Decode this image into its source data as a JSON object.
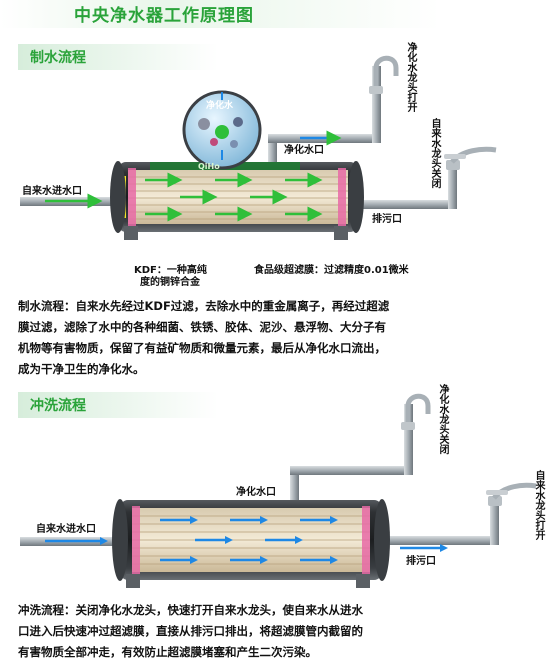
{
  "title": "中央净水器工作原理图",
  "section1": {
    "heading": "制水流程",
    "labels": {
      "tap_open": "净化水龙头打开",
      "tap_water_closed": "自来水龙头关闭",
      "purified_outlet": "净化水口",
      "inlet": "自来水进水口",
      "drain": "排污口",
      "kdf_line1": "KDF：一种高纯",
      "kdf_line2": "度的铜锌合金",
      "membrane": "食品级超滤膜：过滤精度0.01微米",
      "magnifier": "净化水",
      "logo": "QiHo"
    },
    "description": [
      "制水流程：自来水先经过KDF过滤，去除水中的重金属离子，再经过超滤",
      "膜过滤，滤除了水中的各种细菌、铁锈、胶体、泥沙、悬浮物、大分子有",
      "机物等有害物质，保留了有益矿物质和微量元素，最后从净化水口流出，",
      "成为干净卫生的净化水。"
    ]
  },
  "section2": {
    "heading": "冲洗流程",
    "labels": {
      "tap_closed": "净化水龙头关闭",
      "tap_water_open": "自来水龙头打开",
      "purified_outlet": "净化水口",
      "inlet": "自来水进水口",
      "drain": "排污口"
    },
    "description": [
      "冲洗流程：关闭净化水龙头，快速打开自来水龙头，使自来水从进水",
      "口进入后快速冲过超滤膜，直接从排污口排出，将超滤膜管内截留的",
      "有害物质全部冲走，有效防止超滤膜堵塞和产生二次污染。"
    ]
  },
  "colors": {
    "green_accent": "#2aa33a",
    "flow_green": "#2fbf3a",
    "flow_blue": "#1e88e5",
    "pipe": "#9aa3aa",
    "tank_dark": "#2f3236",
    "kdf_yellow": "#f3e227",
    "seal_pink": "#e86aa6"
  },
  "icons": [
    "faucet-icon",
    "arrow-icon",
    "magnifier-icon"
  ]
}
